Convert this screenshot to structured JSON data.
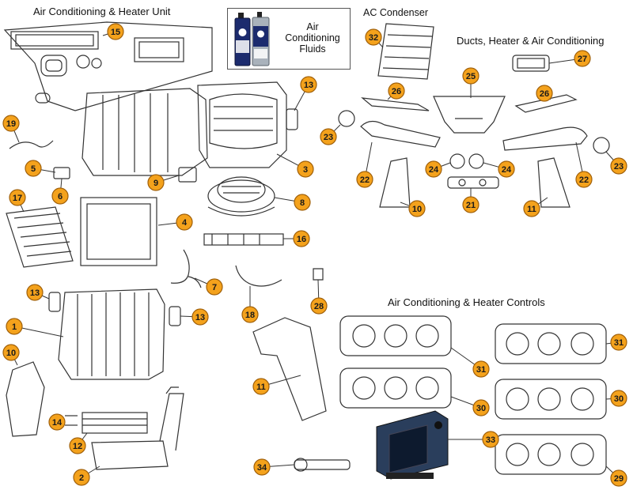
{
  "sections": {
    "hvac_unit": "Air Conditioning & Heater Unit",
    "condenser": "AC Condenser",
    "ducts": "Ducts, Heater & Air Conditioning",
    "controls": "Air Conditioning & Heater Controls"
  },
  "fluids": {
    "line1": "Air",
    "line2": "Conditioning",
    "line3": "Fluids"
  },
  "callouts": [
    {
      "id": "c1",
      "label": "1"
    },
    {
      "id": "c2",
      "label": "2"
    },
    {
      "id": "c3",
      "label": "3"
    },
    {
      "id": "c4",
      "label": "4"
    },
    {
      "id": "c5",
      "label": "5"
    },
    {
      "id": "c6",
      "label": "6"
    },
    {
      "id": "c7",
      "label": "7"
    },
    {
      "id": "c8",
      "label": "8"
    },
    {
      "id": "c9",
      "label": "9"
    },
    {
      "id": "c10a",
      "label": "10"
    },
    {
      "id": "c10b",
      "label": "10"
    },
    {
      "id": "c11a",
      "label": "11"
    },
    {
      "id": "c11b",
      "label": "11"
    },
    {
      "id": "c12",
      "label": "12"
    },
    {
      "id": "c13a",
      "label": "13"
    },
    {
      "id": "c13b",
      "label": "13"
    },
    {
      "id": "c13c",
      "label": "13"
    },
    {
      "id": "c14",
      "label": "14"
    },
    {
      "id": "c15",
      "label": "15"
    },
    {
      "id": "c16",
      "label": "16"
    },
    {
      "id": "c17",
      "label": "17"
    },
    {
      "id": "c18",
      "label": "18"
    },
    {
      "id": "c19",
      "label": "19"
    },
    {
      "id": "c21",
      "label": "21"
    },
    {
      "id": "c22a",
      "label": "22"
    },
    {
      "id": "c22b",
      "label": "22"
    },
    {
      "id": "c23a",
      "label": "23"
    },
    {
      "id": "c23b",
      "label": "23"
    },
    {
      "id": "c24a",
      "label": "24"
    },
    {
      "id": "c24b",
      "label": "24"
    },
    {
      "id": "c25",
      "label": "25"
    },
    {
      "id": "c26a",
      "label": "26"
    },
    {
      "id": "c26b",
      "label": "26"
    },
    {
      "id": "c27",
      "label": "27"
    },
    {
      "id": "c28",
      "label": "28"
    },
    {
      "id": "c29",
      "label": "29"
    },
    {
      "id": "c30a",
      "label": "30"
    },
    {
      "id": "c30b",
      "label": "30"
    },
    {
      "id": "c31a",
      "label": "31"
    },
    {
      "id": "c31b",
      "label": "31"
    },
    {
      "id": "c32",
      "label": "32"
    },
    {
      "id": "c33",
      "label": "33"
    },
    {
      "id": "c34",
      "label": "34"
    }
  ],
  "colors": {
    "callout_fill": "#f4a21c",
    "callout_stroke": "#a0600a",
    "line": "#333333",
    "bottle_blue": "#1c2b6e",
    "bottle_silver": "#a9b2bb"
  }
}
